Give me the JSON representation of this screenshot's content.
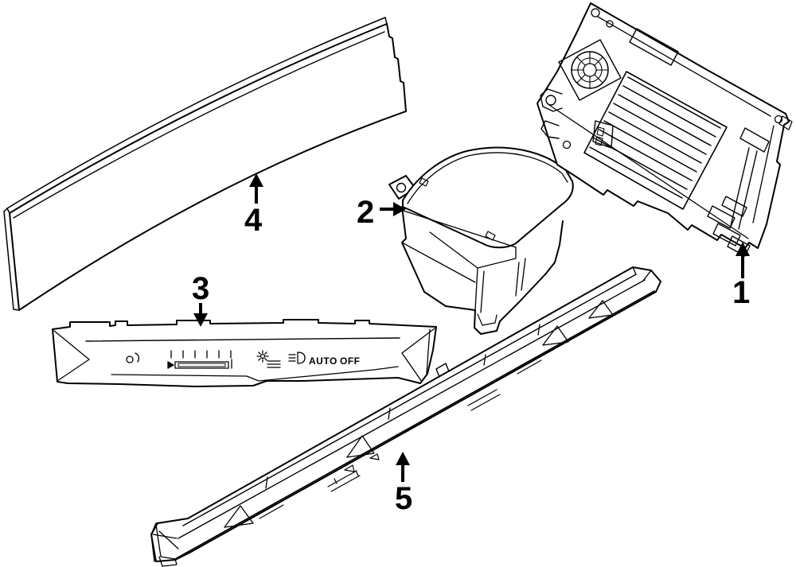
{
  "diagram": {
    "type": "exploded-parts-line-diagram",
    "background_color": "#ffffff",
    "line_color": "#000000",
    "callouts": [
      {
        "number": "1"
      },
      {
        "number": "2"
      },
      {
        "number": "3"
      },
      {
        "number": "4"
      },
      {
        "number": "5"
      }
    ],
    "switch_panel": {
      "auto_label": "AUTO",
      "off_label": "OFF",
      "icons": [
        "headlamp-leveling-icon",
        "dimmer-scale-icon",
        "brightness-sun-icon",
        "auto-headlamp-icon"
      ]
    },
    "parts_icons": [
      "cooling-fan-icon",
      "heatsink-fins-icon"
    ]
  }
}
